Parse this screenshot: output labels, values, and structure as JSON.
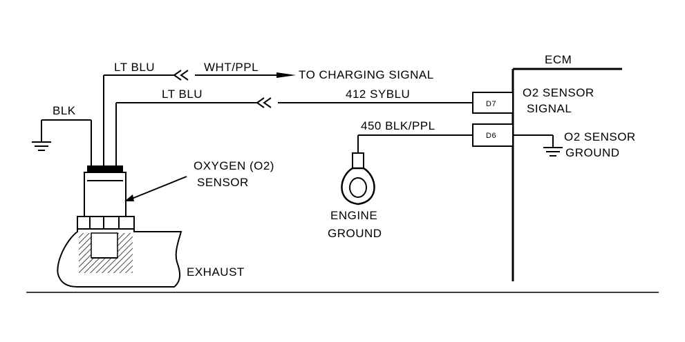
{
  "labels": {
    "ecm": "ECM",
    "lt_blu_top": "LT BLU",
    "wht_ppl": "WHT/PPL",
    "to_charging": "TO CHARGING SIGNAL",
    "lt_blu_mid": "LT BLU",
    "wire_412": "412 SYBLU",
    "o2_signal_line1": "O2 SENSOR",
    "o2_signal_line2": "SIGNAL",
    "blk": "BLK",
    "wire_450": "450 BLK/PPL",
    "o2_ground_line1": "O2 SENSOR",
    "o2_ground_line2": "GROUND",
    "oxygen_line1": "OXYGEN (O2)",
    "oxygen_line2": "SENSOR",
    "engine_line1": "ENGINE",
    "engine_line2": "GROUND",
    "exhaust": "EXHAUST",
    "pin_d7": "D7",
    "pin_d6": "D6"
  }
}
